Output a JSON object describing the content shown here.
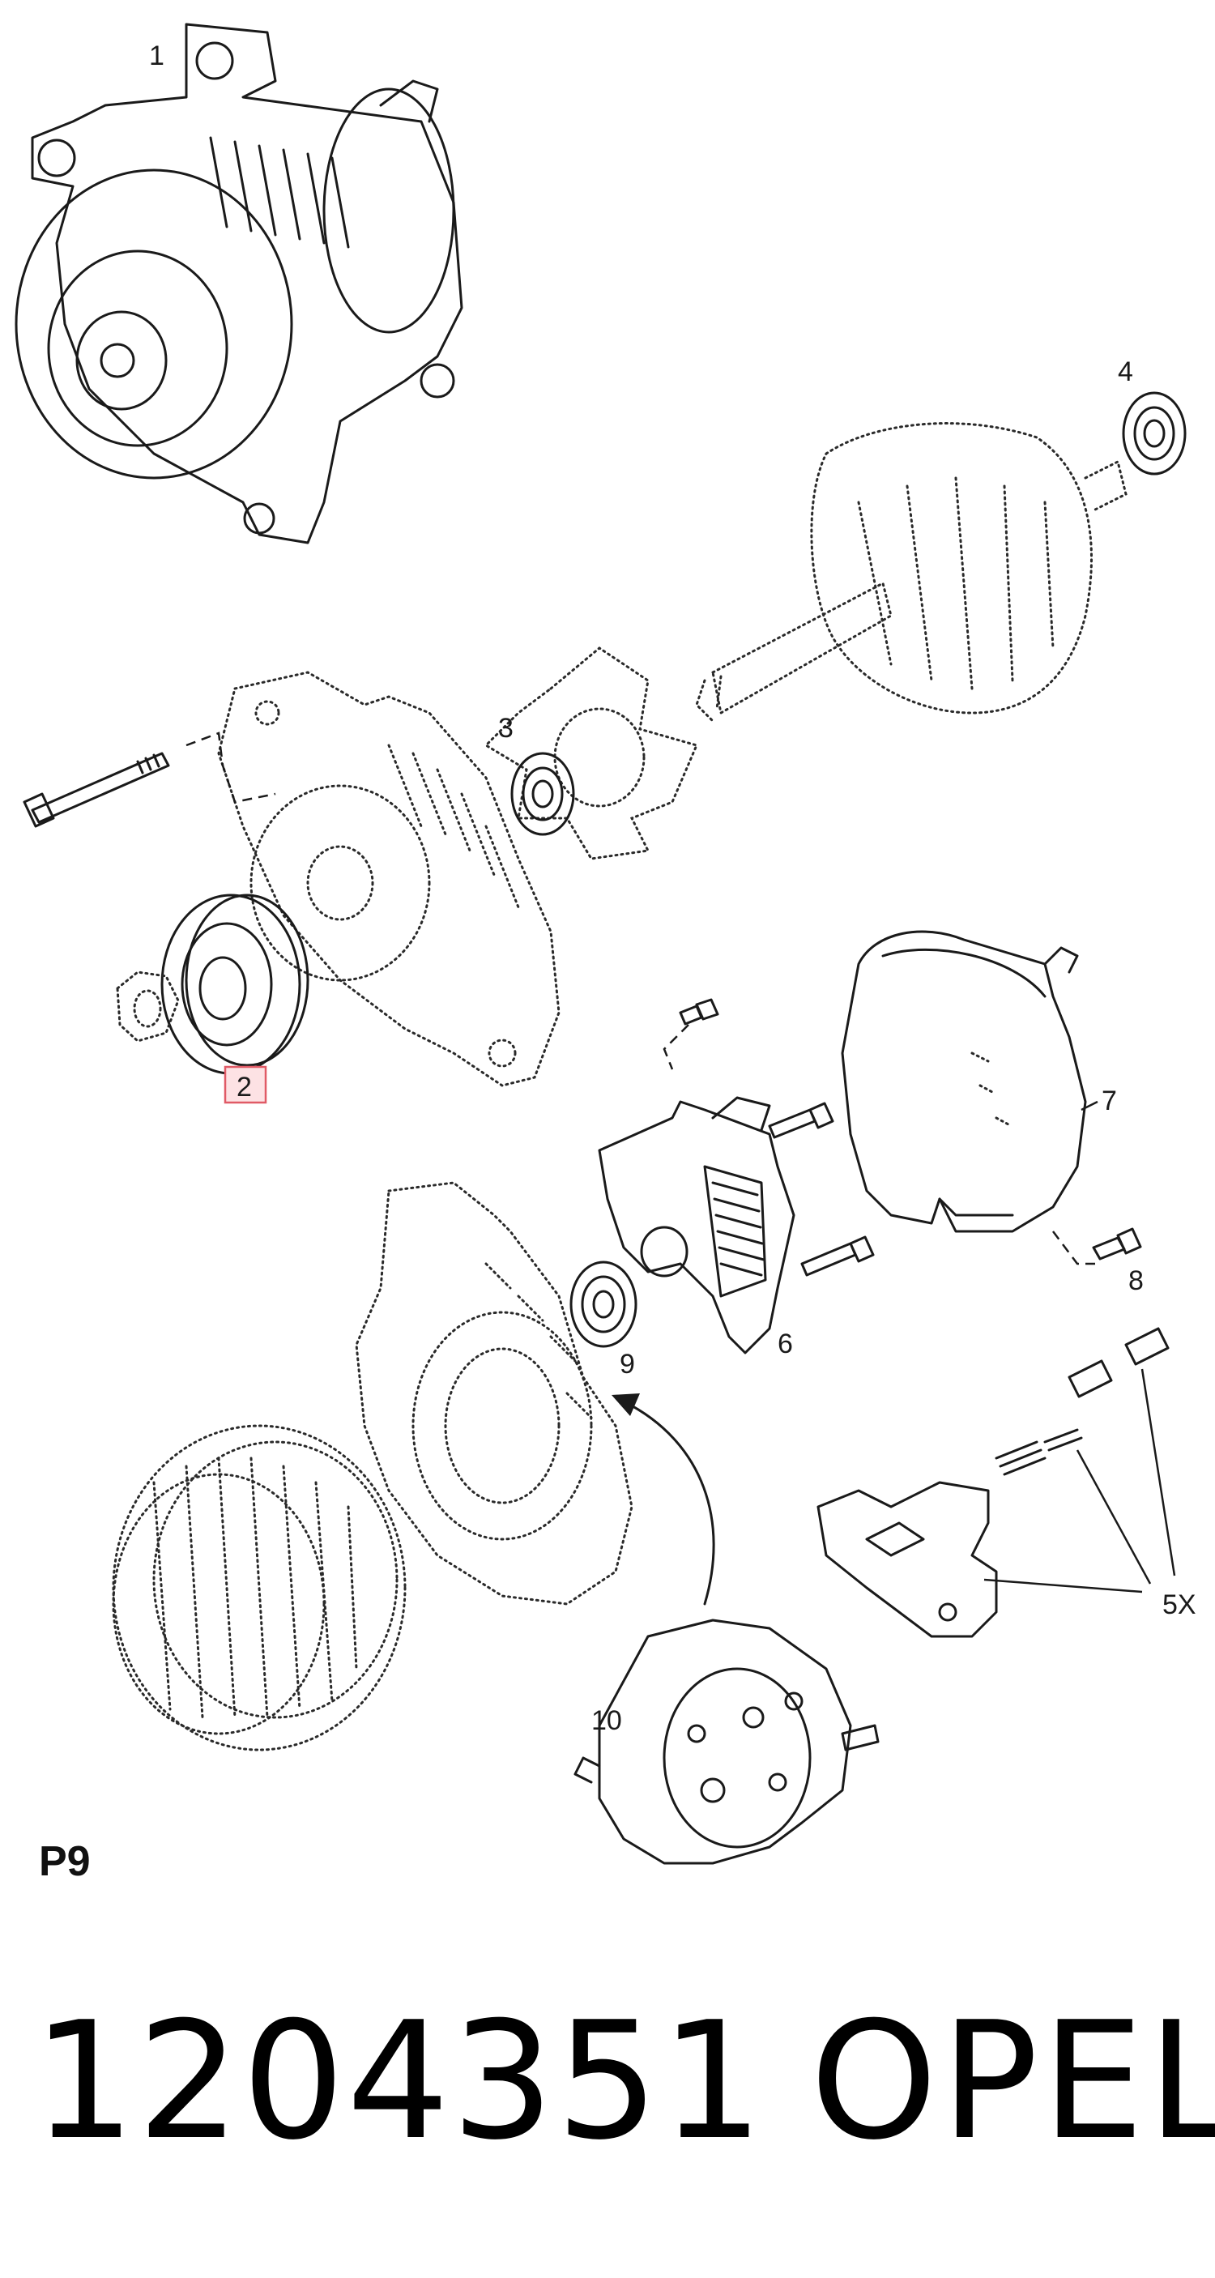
{
  "callouts": {
    "c1": "1",
    "c2": "2",
    "c3": "3",
    "c4": "4",
    "c5x": "5X",
    "c6": "6",
    "c7": "7",
    "c8": "8",
    "c9": "9",
    "c10": "10"
  },
  "highlight": {
    "callout": "2",
    "color": "#fde2e4",
    "border_color": "#e05a66"
  },
  "page_code": "P9",
  "part_number": "1204351",
  "brand": "OPEL"
}
